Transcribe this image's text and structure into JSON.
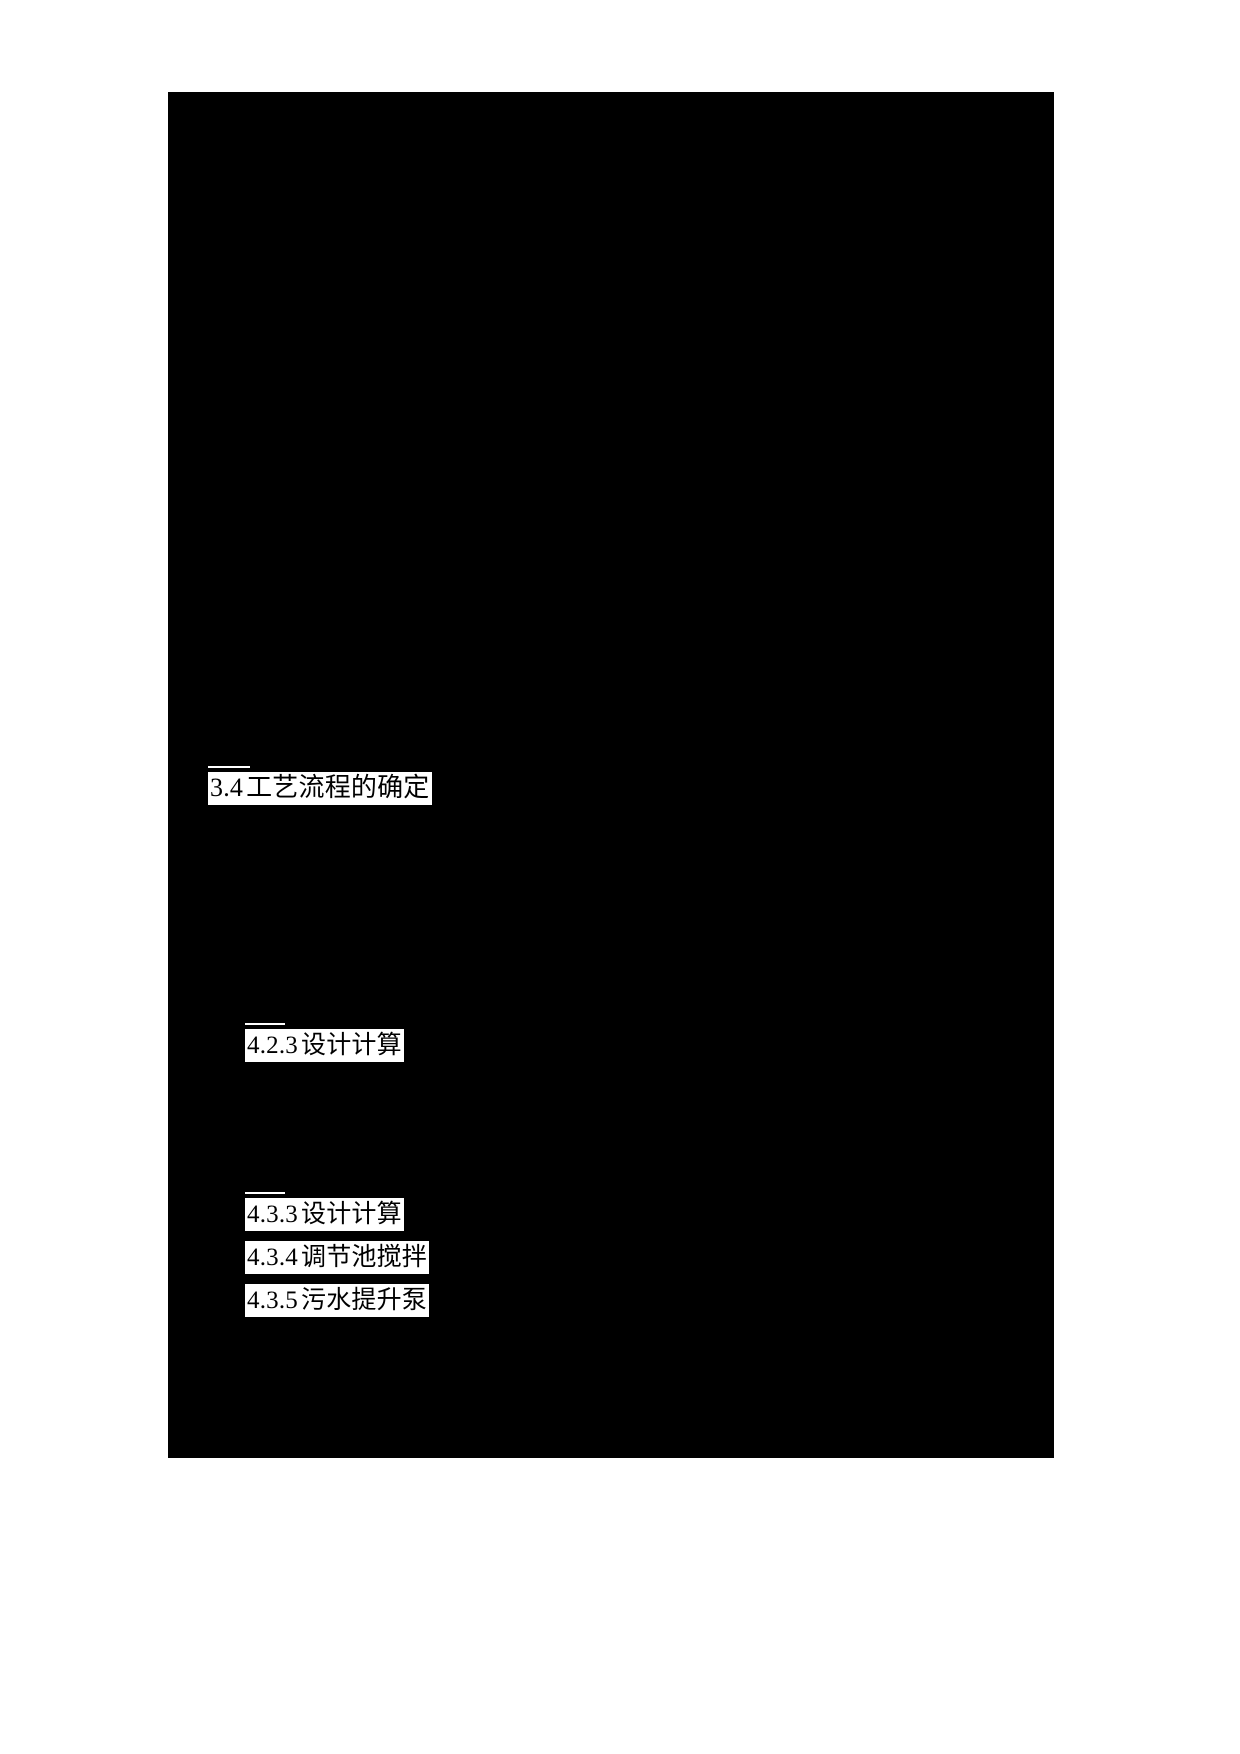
{
  "document": {
    "page_background": "#ffffff",
    "redaction_color": "#000000",
    "highlight_color": "#ffffff",
    "text_color": "#000000"
  },
  "headings": [
    {
      "id": "heading-3-4",
      "number": "3.4",
      "text": "工艺流程的确定",
      "level": 0
    },
    {
      "id": "heading-4-2-3",
      "number": "4.2.3",
      "text": "设计计算",
      "level": 1
    },
    {
      "id": "heading-4-3-3",
      "number": "4.3.3",
      "text": "设计计算",
      "level": 1
    },
    {
      "id": "heading-4-3-4",
      "number": "4.3.4",
      "text": "调节池搅拌",
      "level": 1
    },
    {
      "id": "heading-4-3-5",
      "number": "4.3.5",
      "text": "污水提升泵",
      "level": 1
    }
  ]
}
